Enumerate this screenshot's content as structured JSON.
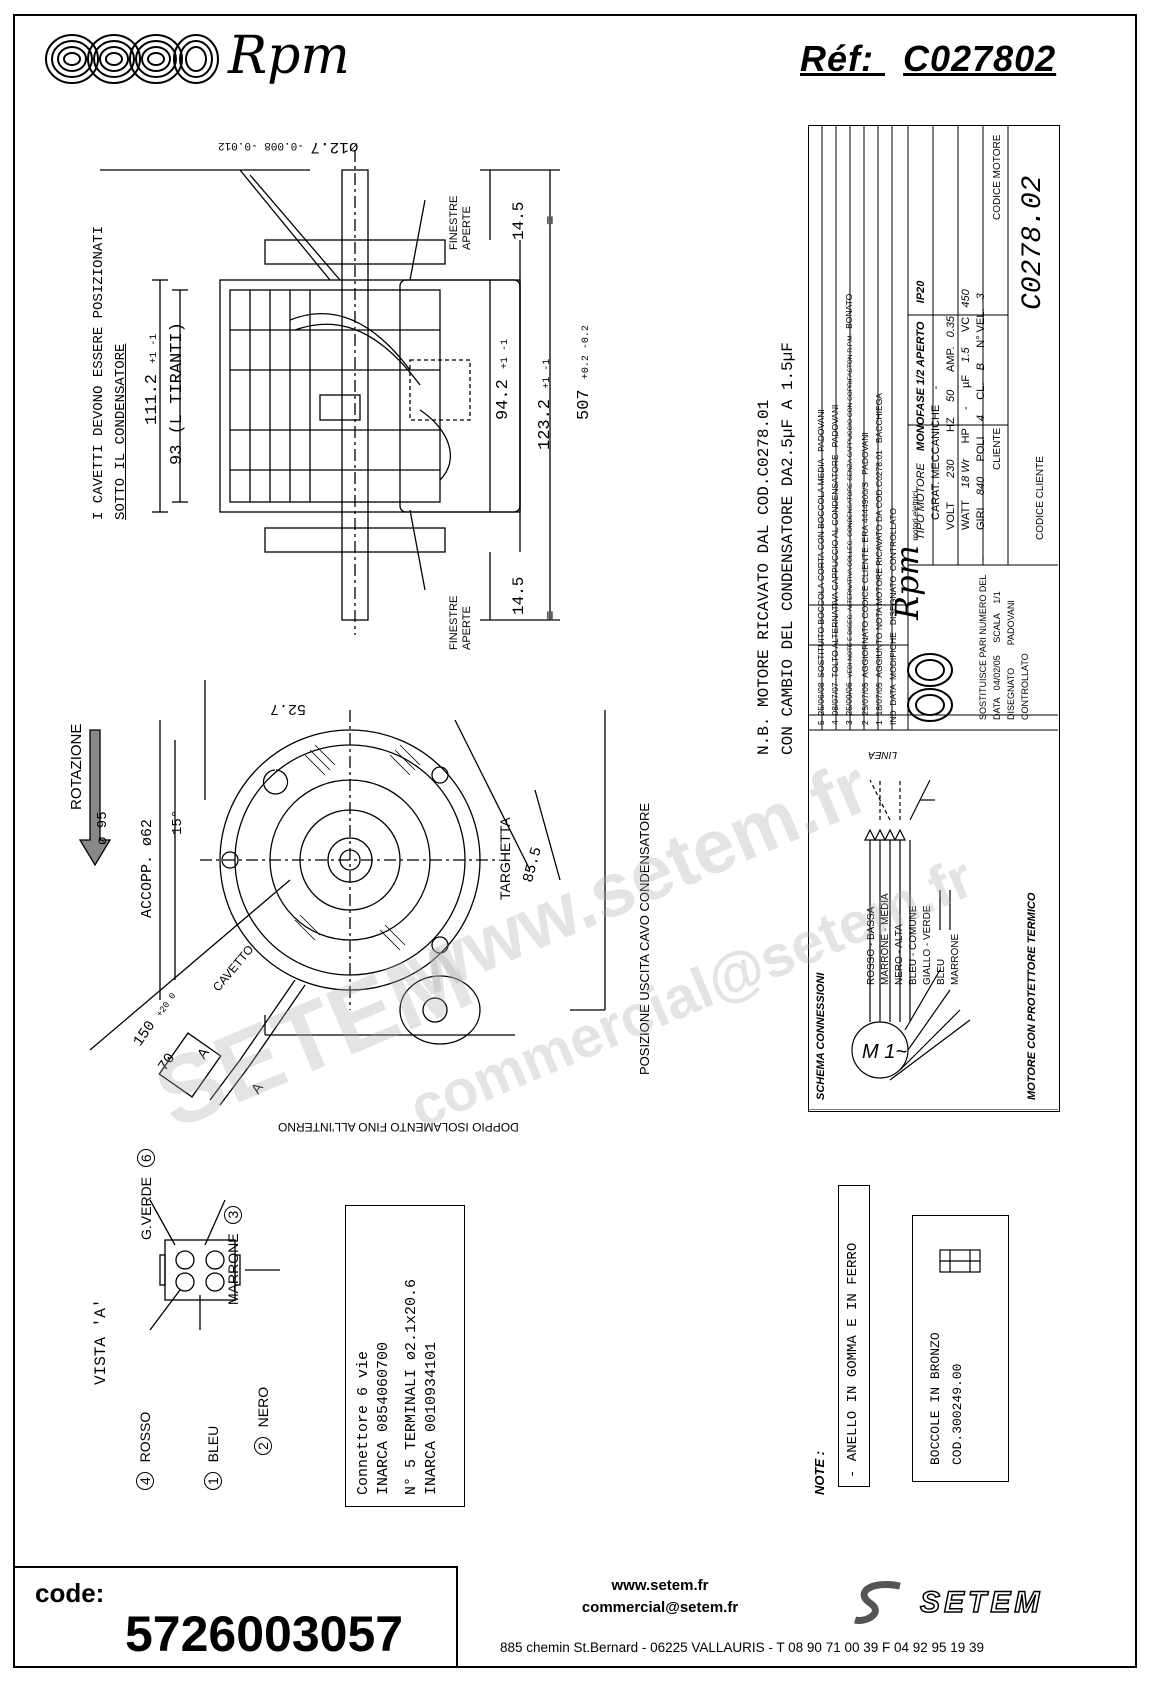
{
  "header": {
    "brand": "Rpm",
    "ref_label": "Réf:",
    "ref_value": "C027802"
  },
  "drawing": {
    "note_cables": "I CAVETTI DEVONO ESSERE POSIZIONATI",
    "note_cables_2": "SOTTO IL CONDENSATORE",
    "dim_shaft": "ø12.7",
    "dim_shaft_tol_upper": "-0.008",
    "dim_shaft_tol_lower": "-0.012",
    "dim_111": "111.2",
    "dim_111_tol": "+1 -1",
    "dim_93": "93 (L TIRANTI)",
    "dim_94": "94.2",
    "dim_94_tol": "+1 -1",
    "dim_123": "123.2",
    "dim_123_tol": "+1 -1",
    "dim_507": "507",
    "dim_507_tol": "+0.2 -0.2",
    "dim_14_top": "14.5",
    "dim_14_bottom": "14.5",
    "eq_sign": "=",
    "finestre_top": "FINESTRE",
    "aperte_top": "APERTE",
    "finestre_bottom": "FINESTRE",
    "aperte_bottom": "APERTE",
    "rotazione": "ROTAZIONE",
    "dia_95": "ø 95",
    "dim_52": "52.7",
    "accopp": "ACCOPP. ø62",
    "angle_15": "15°",
    "targhetta": "TARGHETTA",
    "dim_85": "85.5",
    "cavetto": "CAVETTO",
    "dim_150": "150",
    "dim_150_tol": "+20 0",
    "dim_70": "70",
    "section_a": "A",
    "posizione": "POSIZIONE USCITA CAVO CONDENSATORE",
    "doppio": "DOPPIO ISOLAMENTO FINO ALL'INTERNO",
    "nb_line1": "N.B. MOTORE RICAVATO DAL COD.C0278.01",
    "nb_line2": "CON CAMBIO DEL CONDENSATORE DA2.5µF A 1.5µF"
  },
  "vista": {
    "title": "VISTA 'A'",
    "pins": [
      {
        "num": "6",
        "label": "G.VERDE"
      },
      {
        "num": "3",
        "label": "MARRONE"
      },
      {
        "num": "4",
        "label": "ROSSO"
      },
      {
        "num": "1",
        "label": "BLEU"
      },
      {
        "num": "2",
        "label": "NERO"
      }
    ]
  },
  "connector_box": {
    "line1": "Connettore 6 vie",
    "line2": "INARCA 0854060700",
    "line3": "N° 5 TERMINALI ø2.1x20.6",
    "line4": "INARCA 0010934101"
  },
  "schema": {
    "title": "SCHEMA CONNESSIONI",
    "motor_label": "M 1~",
    "linea": "LINEA",
    "wires": [
      "ROSSO - BASSA",
      "MARRONE - MEDIA",
      "NERO - ALTA",
      "BLEU - COMUNE",
      "GIALLO - VERDE",
      "BLEU",
      "MARRONE"
    ],
    "footer": "MOTORE CON PROTETTORE TERMICO"
  },
  "notes": {
    "title": "NOTE :",
    "text": "- ANELLO IN GOMMA E IN FERRO"
  },
  "bronze_box": {
    "line1": "BOCCOLE IN BRONZO",
    "line2": "COD.300249.00"
  },
  "title_block": {
    "revisions": [
      {
        "ind": "5",
        "date": "25/06/08",
        "desc": "SOSTITUITO BOCCOLA CORTA CON BOCCOLA MEDIA",
        "by": "PADOVANI"
      },
      {
        "ind": "4",
        "date": "08/07/07",
        "desc": "TOLTO ALTERNATIVA CAPPUCCIO AL CONDENSATORE",
        "by": "PADOVANI"
      },
      {
        "ind": "3",
        "date": "25/09/06",
        "desc": "VEDI NOTE E DISEG. ALTERNATIVA COLLEG. CONDENSATORE SENZA CAPPUCCIO CON COPRIFASTON R.P.M.",
        "by": "BONATO"
      },
      {
        "ind": "2",
        "date": "25/07/05",
        "desc": "AGGIORNATO CODICE CLIENTE: ERA 4444900/S",
        "by": "PADOVANI"
      },
      {
        "ind": "1",
        "date": "18/07/05",
        "desc": "AGGIUNTO NOTA MOTORE RICAVATO DA COD.C0278.01",
        "by": "BACCHIEGA"
      },
      {
        "ind": "IND",
        "date": "DATA",
        "desc": "MODIFICHE",
        "by": "DISEGNATO"
      }
    ],
    "controllato": "CONTROLLATO",
    "tipo_motore_label": "TIPO MOTORE",
    "tipo_motore": "MONOFASE 1/2 APERTO",
    "ip": "IP20",
    "carat_label": "CARAT. MECCANICHE",
    "carat_value": "-",
    "volt_label": "VOLT",
    "volt": "230",
    "hz_label": "HZ",
    "hz": "50",
    "amp_label": "AMP.",
    "amp": "0.35",
    "watt_label": "WATT",
    "watt": "18 Wr",
    "hp_label": "HP",
    "hp": "-",
    "uf_label": "µF",
    "uf": "1.5",
    "vc_label": "VC",
    "vc": "450",
    "giri_label": "GIRI",
    "giri": "840",
    "poli_label": "POLI",
    "poli": "4",
    "cl_label": "CL.",
    "cl": "B",
    "vel_label": "N° VEL.",
    "vel": "3",
    "cliente_label": "CLIENTE",
    "codice_motore_label": "CODICE MOTORE",
    "codice_motore": "C0278.02",
    "codice_cliente_label": "CODICE CLIENTE",
    "sostituisce_label": "SOSTITUISCE PARI NUMERO DEL",
    "sostituisce_value": "-",
    "data_label": "DATA",
    "data": "04/02/05",
    "scala_label": "SCALA",
    "scala": "1/1",
    "disegnato_label": "DISEGNATO",
    "disegnato": "PADOVANI",
    "controllato_label": "CONTROLLATO",
    "rpm_sub": "motori elettrici"
  },
  "watermark": {
    "text1": "www.setem.fr",
    "text2": "SETEM",
    "text3": "commercial@setem.fr"
  },
  "footer": {
    "code_label": "code:",
    "code_value": "5726003057",
    "website": "www.setem.fr",
    "email": "commercial@setem.fr",
    "address": "885 chemin St.Bernard  -  06225 VALLAURIS  -  T 08 90 71 00 39  F 04 92 95 19 39",
    "setem_logo": "SETEM"
  }
}
